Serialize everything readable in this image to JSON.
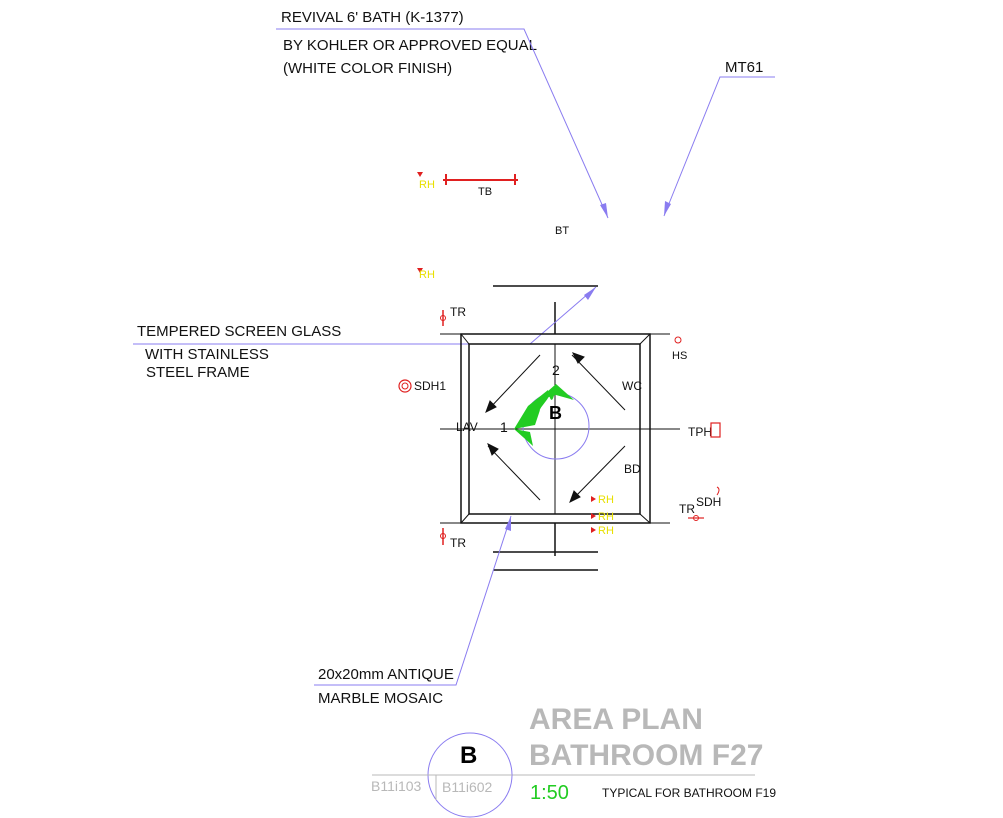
{
  "notes": {
    "bath_line1": "REVIVAL 6' BATH (K-1377)",
    "bath_line2": "BY KOHLER OR APPROVED EQUAL",
    "bath_line3": "(WHITE COLOR FINISH)",
    "mt_code": "MT61",
    "glass_line1": "TEMPERED SCREEN GLASS",
    "glass_line2": "WITH STAINLESS",
    "glass_line3": "STEEL FRAME",
    "mosaic_line1": "20x20mm ANTIQUE",
    "mosaic_line2": "MARBLE MOSAIC"
  },
  "tags": {
    "tb": "TB",
    "bt": "BT",
    "rh": "RH",
    "tr": "TR",
    "hs": "HS",
    "sdh1": "SDH1",
    "wc": "WC",
    "lav": "LAV",
    "tph": "TPH",
    "bd": "BD",
    "sdh": "SDH"
  },
  "section_marker": {
    "letter": "B",
    "num_left": "1",
    "num_top": "2"
  },
  "title_block": {
    "line1": "AREA PLAN",
    "line2": "BATHROOM F27",
    "letter": "B",
    "ref_left": "B11i103",
    "ref_right": "B11i602",
    "scale": "1:50",
    "typical": "TYPICAL FOR BATHROOM F19"
  },
  "colors": {
    "leader": "#8a7cf0",
    "red": "#e02020",
    "yellow": "#e8e000",
    "green": "#22cc22",
    "title_gray": "#b8b8b8"
  }
}
